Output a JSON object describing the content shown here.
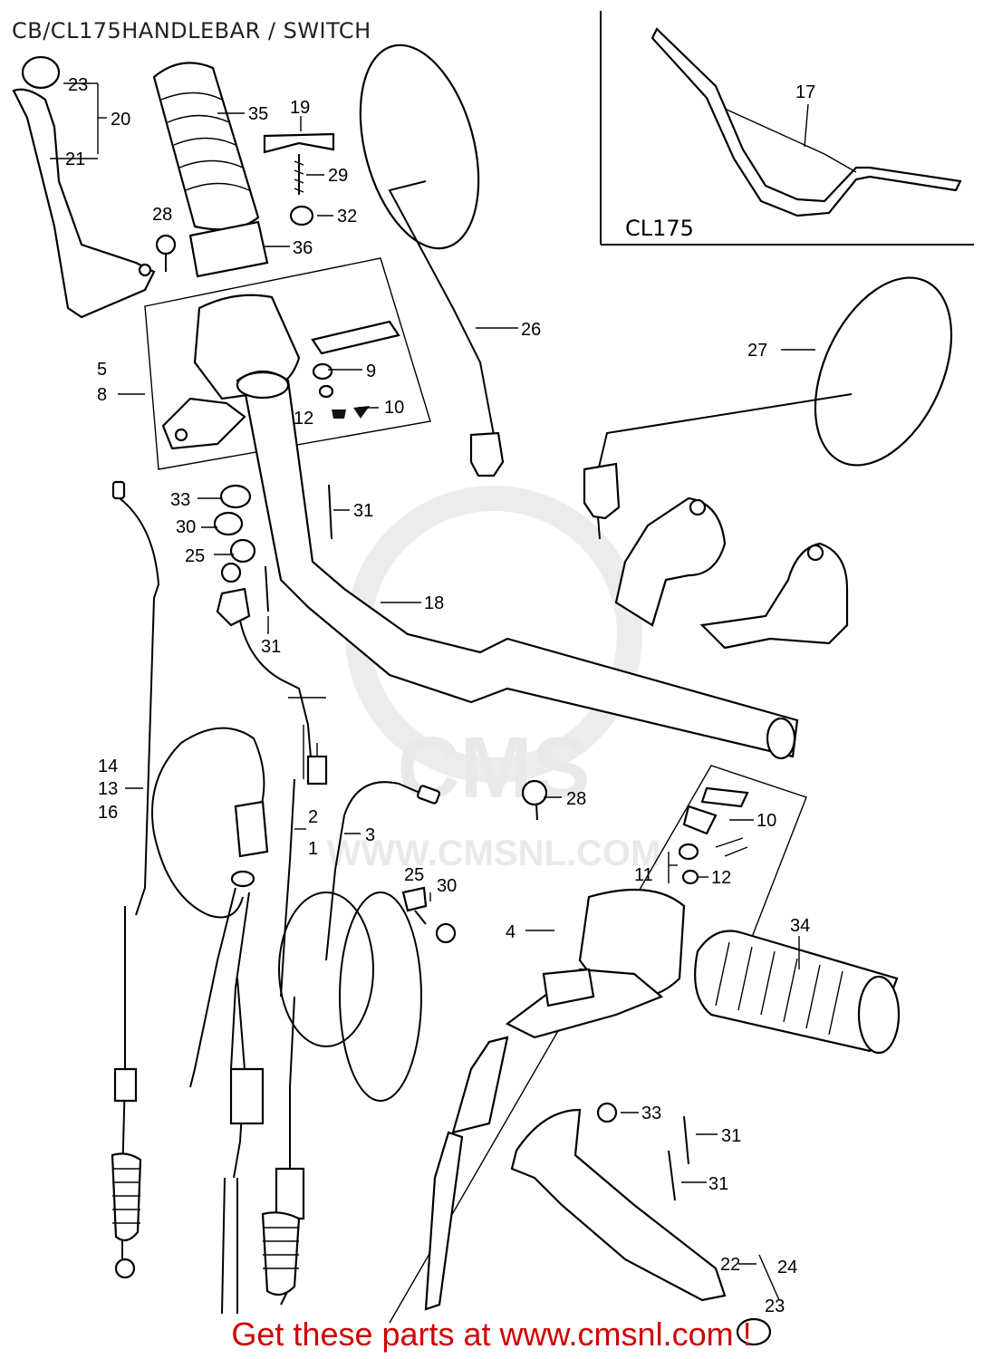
{
  "title": "CB/CL175HANDLEBAR / SWITCH",
  "footer": "Get these parts at www.cmsnl.com !",
  "watermark": {
    "brand": "CMS",
    "url": "WWW.CMSNL.COM"
  },
  "inset": {
    "label": "CL175",
    "part_number": "17"
  },
  "callouts": {
    "c23a": "23",
    "c20": "20",
    "c21": "21",
    "c35": "35",
    "c19": "19",
    "c29": "29",
    "c32": "32",
    "c28a": "28",
    "c36": "36",
    "c26": "26",
    "c27": "27",
    "c5": "5",
    "c8": "8",
    "c9": "9",
    "c10a": "10",
    "c12a": "12",
    "c33a": "33",
    "c30a": "30",
    "c25a": "25",
    "c31a": "31",
    "c31b": "31",
    "c18": "18",
    "c14": "14",
    "c13": "13",
    "c16": "16",
    "c2": "2",
    "c1": "1",
    "c3": "3",
    "c28b": "28",
    "c10b": "10",
    "c11": "11",
    "c12b": "12",
    "c25b": "25",
    "c30b": "30",
    "c4": "4",
    "c34": "34",
    "c33b": "33",
    "c31c": "31",
    "c31d": "31",
    "c22": "22",
    "c24": "24",
    "c23b": "23"
  }
}
